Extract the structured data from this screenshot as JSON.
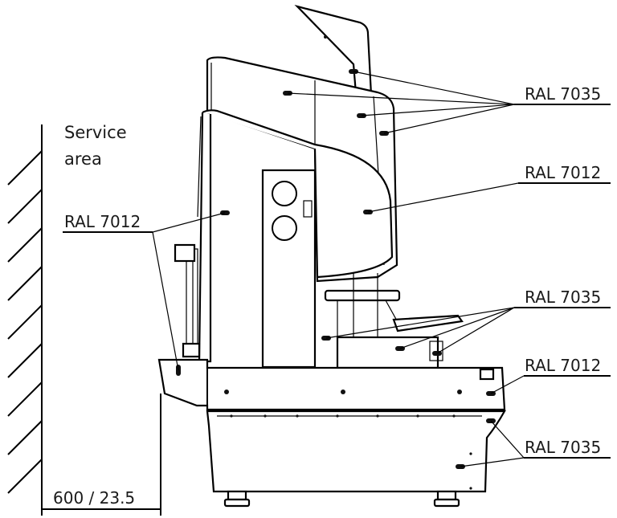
{
  "service_area": {
    "line1": "Service",
    "line2": "area"
  },
  "dimension": "600 / 23.5",
  "callouts": [
    {
      "id": "top-right-1",
      "text": "RAL 7035"
    },
    {
      "id": "top-right-2",
      "text": "RAL 7012"
    },
    {
      "id": "left",
      "text": "RAL 7012"
    },
    {
      "id": "mid-right",
      "text": "RAL 7035"
    },
    {
      "id": "lower-right-1",
      "text": "RAL 7012"
    },
    {
      "id": "lower-right-2",
      "text": "RAL 7035"
    }
  ]
}
